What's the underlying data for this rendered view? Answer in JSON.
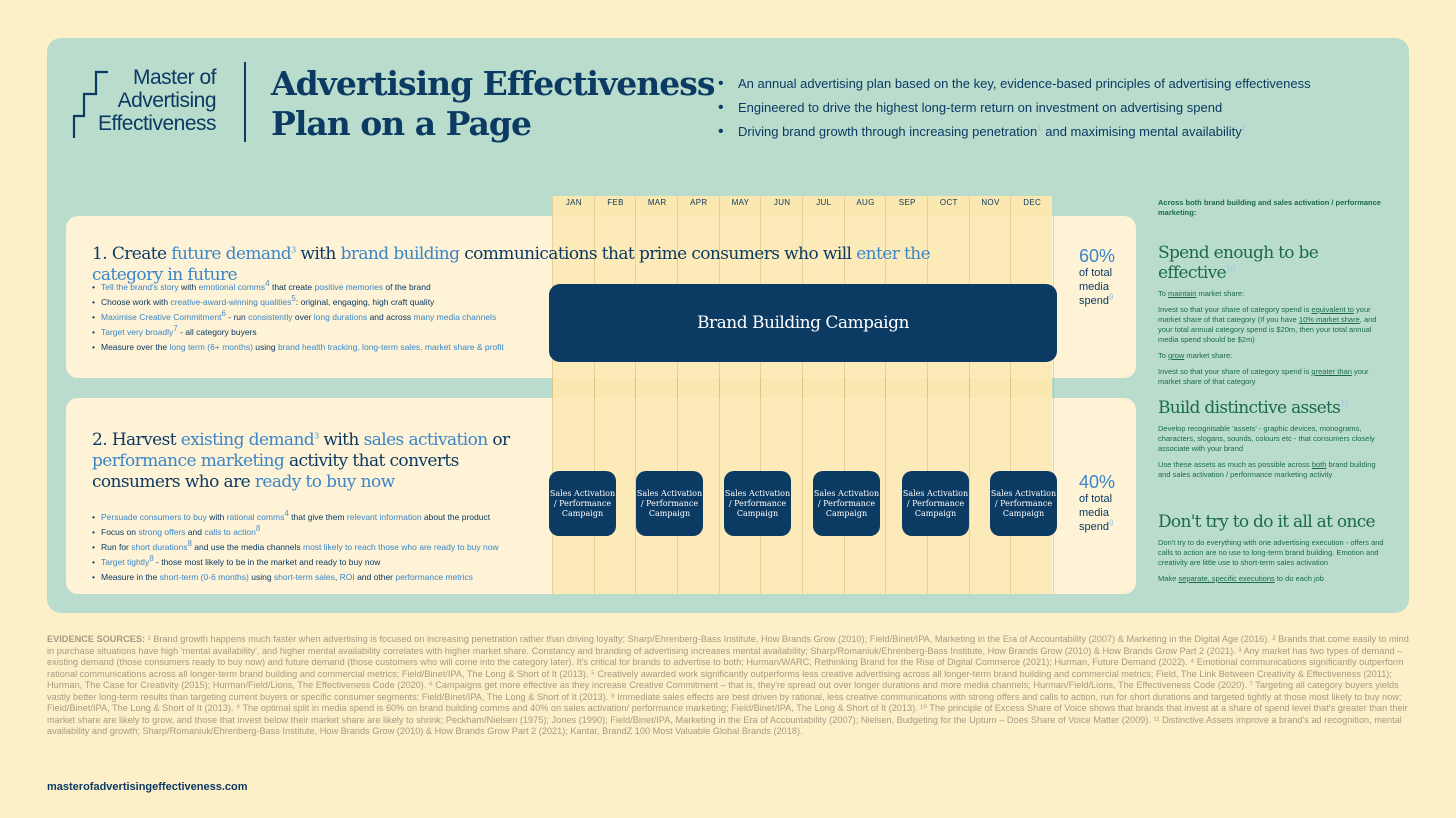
{
  "logo": {
    "lines": [
      "Master of",
      "Advertising",
      "Effectiveness"
    ]
  },
  "title": {
    "line1": "Advertising Effectiveness",
    "line2": "Plan on a Page"
  },
  "intro": [
    {
      "text": "An annual advertising plan based on the key, evidence-based principles of advertising effectiveness"
    },
    {
      "text": "Engineered to drive the highest long-term return on investment on advertising spend"
    },
    {
      "text": "Driving brand growth through increasing penetration",
      "sup1": "1",
      "text2": " and maximising mental availability",
      "sup2": "2"
    }
  ],
  "months": [
    "JAN",
    "FEB",
    "MAR",
    "APR",
    "MAY",
    "JUN",
    "JUL",
    "AUG",
    "SEP",
    "OCT",
    "NOV",
    "DEC"
  ],
  "section1": {
    "h_a": "1. Create ",
    "h_b": "future demand",
    "h_sup": "3",
    "h_c": " with ",
    "h_d": "brand building",
    "h_e": " communications that prime consumers who will ",
    "h_f": "enter the category in future",
    "bullets": [
      {
        "a": "Tell the brand's story",
        "b": " with ",
        "c": "emotional comms",
        "sup": "4",
        "d": " that create ",
        "e": "positive memories",
        "f": " of the brand"
      },
      {
        "a": "Choose work with ",
        "b": "creative-award-winning qualities",
        "sup": "5",
        "c": ": original, engaging, high craft quality"
      },
      {
        "a": "Maximise Creative Commitment",
        "sup": "6",
        "b": " - run ",
        "c": "consistently",
        "d": " over ",
        "e": "long durations",
        "f": " and across ",
        "g": "many media channels"
      },
      {
        "a": "Target very broadly",
        "sup": "7",
        "b": " - all category buyers"
      },
      {
        "a": "Measure over the ",
        "b": "long term (6+ months)",
        "c": " using ",
        "d": "brand health tracking, long-term sales, market share & profit"
      }
    ],
    "campaign": "Brand Building Campaign",
    "pct": "60%",
    "pct_label": "of total media spend",
    "pct_sup": "9"
  },
  "section2": {
    "h_a": "2. Harvest ",
    "h_b": "existing demand",
    "h_sup": "3",
    "h_c": " with ",
    "h_d": "sales activation",
    "h_e": " or ",
    "h_f": "performance marketing",
    "h_g": " activity that converts consumers who are ",
    "h_h": "ready to buy now",
    "bullets": [
      {
        "a": "Persuade consumers to buy",
        "b": " with ",
        "c": "rational comms",
        "sup": "4",
        "d": " that give them ",
        "e": "relevant information",
        "f": " about the product"
      },
      {
        "a": "Focus on ",
        "b": "strong offers",
        "c": " and ",
        "d": "calls to action",
        "sup": "8"
      },
      {
        "a": "Run for ",
        "b": "short durations",
        "sup": "8",
        "c": " and use the media channels ",
        "d": "most likely to reach those who are ready to buy now"
      },
      {
        "a": "Target tightly",
        "sup": "8",
        "b": " - those most likely to be in the market and ready to buy now"
      },
      {
        "a": "Measure in the ",
        "b": "short-term (0-6 months)",
        "c": " using ",
        "d": "short-term sales",
        "e": ", ",
        "f": "ROI",
        "g": " and other ",
        "h": "performance metrics"
      }
    ],
    "campaign": "Sales Activation / Performance Campaign",
    "pct": "40%",
    "pct_label": "of total media spend",
    "pct_sup": "9"
  },
  "sidebar": {
    "intro": "Across both brand building and sales activation / performance marketing:",
    "spend": {
      "title": "Spend enough to be effective",
      "sup": "10",
      "p1a": "To ",
      "p1b": "maintain",
      "p1c": " market share:",
      "p2a": "Invest so that your share of category spend is ",
      "p2b": "equivalent to",
      "p2c": " your market share of that category (If you have ",
      "p2d": "10% market share",
      "p2e": ", and your total annual category spend is $20m, then your total annual media spend should be $2m)",
      "p3a": "To ",
      "p3b": "grow",
      "p3c": " market share:",
      "p4a": "Invest so that your share of category spend is ",
      "p4b": "greater than",
      "p4c": " your market share of that category"
    },
    "assets": {
      "title": "Build distinctive assets",
      "sup": "11",
      "p1": "Develop recognisable 'assets' - graphic devices, monograms, characters, slogans, sounds, colours etc - that consumers closely associate with your brand",
      "p2a": "Use these assets as much as possible across ",
      "p2b": "both",
      "p2c": " brand building and sales activation / performance marketing activity"
    },
    "once": {
      "title": "Don't try to do it all at once",
      "p1": "Don't try to do everything with one advertising execution - offers and calls to action are no use to long-term brand building. Emotion and creativity are little use to short-term sales activation",
      "p2a": "Make ",
      "p2b": "separate, specific executions",
      "p2c": " to do each job"
    }
  },
  "evidence": {
    "label": "EVIDENCE SOURCES:",
    "text": "¹ Brand growth happens much faster when advertising is focused on increasing penetration rather than driving loyalty; Sharp/Ehrenberg-Bass Institute, How Brands Grow (2010); Field/Binet/IPA, Marketing in the Era of Accountability (2007) & Marketing in the Digital Age (2016). ² Brands that come easily to mind in purchase situations have high 'mental availability', and higher mental availability correlates with higher market share. Constancy and branding of advertising increases mental availability; Sharp/Romaniuk/Ehrenberg-Bass Institute, How Brands Grow (2010) & How Brands Grow Part 2 (2021). ³ Any market has two types of demand – existing demand (those consumers ready to buy now) and future demand (those customers who will come into the category later). It's critical for brands to advertise to both; Hurman/WARC, Rethinking Brand for the Rise of Digital Commerce (2021); Hurman, Future Demand (2022). ⁴ Emotional communications significantly outperform rational communications across all longer-term brand building and commercial metrics; Field/Binet/IPA, The Long & Short of It (2013). ⁵ Creatively awarded work significantly outperforms less creative advertising across all longer-term brand building and commercial metrics; Field, The Link Between Creativity & Effectiveness (2011); Hurman, The Case for Creativity (2015); Hurman/Field/Lions, The Effectiveness Code (2020). ⁶ Campaigns get more effective as they increase Creative Commitment – that is, they're spread out over longer durations and more media channels; Hurman/Field/Lions, The Effectiveness Code (2020). ⁷ Targeting all category buyers yields vastly better long-term results than targeting current buyers or specific consumer segments; Field/Binet/IPA, The Long & Short of It (2013). ⁸ Immediate sales effects are best driven by rational, less creative communications with strong offers and calls to action, run for short durations and targeted tightly at those most likely to buy now; Field/Binet/IPA, The Long & Short of It (2013). ⁹ The optimal split in media spend is 60% on brand building comms and 40% on sales activation/ performance marketing; Field/Binet/IPA, The Long & Short of It (2013). ¹⁰ The principle of Excess Share of Voice shows that brands that invest at a share of spend level that's greater than their market share are likely to grow, and those that invest below their market share are likely to shrink; Peckham/Nielsen (1975); Jones (1990); Field/Binet/IPA, Marketing in the Era of Accountability (2007); Nielsen, Budgeting for the Upturn – Does Share of Voice Matter (2009). ¹¹ Distinctive Assets improve a brand's ad recognition, mental availability and growth; Sharp/Romaniuk/Ehrenberg-Bass Institute, How Brands Grow (2010) & How Brands Grow Part 2 (2021); Kantar, BrandZ 100 Most Valuable Global Brands (2018)."
  },
  "footer": {
    "link": "masterofadvertisingeffectiveness.com"
  }
}
